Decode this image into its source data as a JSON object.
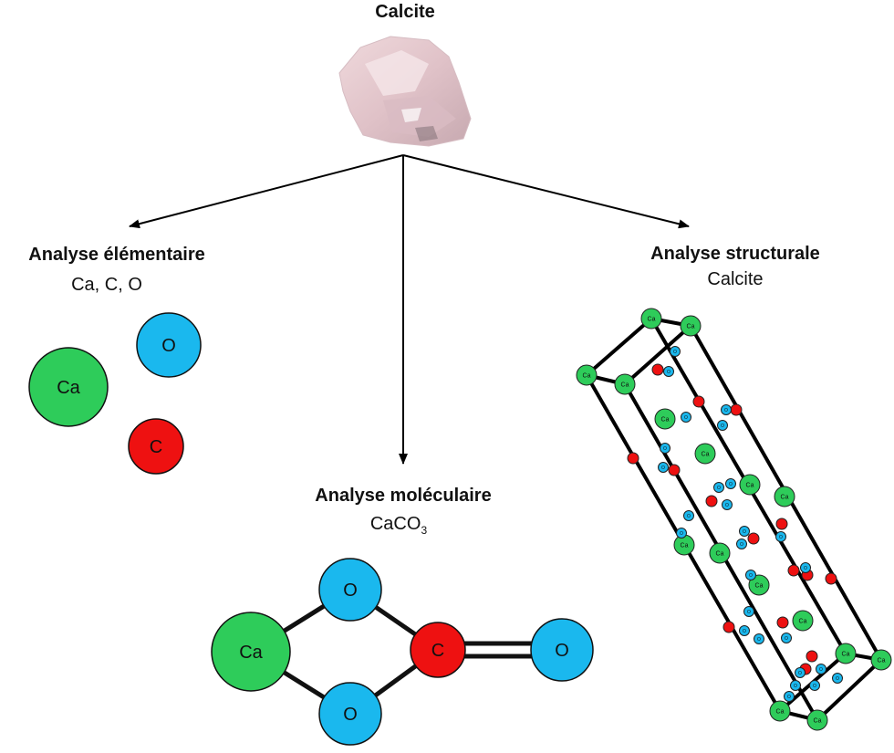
{
  "title": "Calcite",
  "elemental": {
    "heading": "Analyse élémentaire",
    "subtitle": "Ca, C, O",
    "atoms": {
      "ca": "Ca",
      "o": "O",
      "c": "C"
    }
  },
  "molecular": {
    "heading": "Analyse moléculaire",
    "formula_main": "CaCO",
    "formula_sub": "3",
    "atoms": {
      "ca": "Ca",
      "o_top": "O",
      "o_bottom": "O",
      "c": "C",
      "o_right": "O"
    }
  },
  "structural": {
    "heading": "Analyse structurale",
    "subtitle": "Calcite",
    "ca_label": "Ca",
    "o_label": "O"
  },
  "colors": {
    "calcium": "#2ecc5a",
    "oxygen": "#1ab8ee",
    "carbon": "#ee1111",
    "edge": "#000000"
  }
}
